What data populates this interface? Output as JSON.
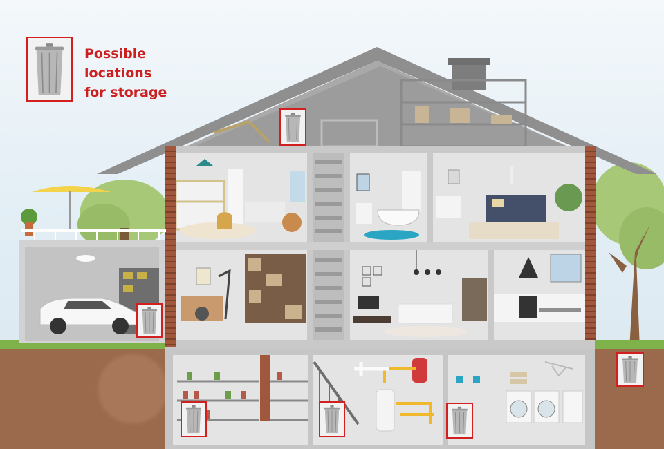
{
  "legend": {
    "label": "Possible\nlocations\nfor storage",
    "icon": "trash-can-icon",
    "highlight_color": "#d21f1f"
  },
  "storage_locations": [
    {
      "area": "attic",
      "icon": "trash-can-icon"
    },
    {
      "area": "garage",
      "icon": "trash-can-icon"
    },
    {
      "area": "basement-pantry",
      "icon": "trash-can-icon"
    },
    {
      "area": "basement-stairs",
      "icon": "trash-can-icon"
    },
    {
      "area": "basement-laundry",
      "icon": "trash-can-icon"
    },
    {
      "area": "outside-yard",
      "icon": "trash-can-icon"
    }
  ],
  "colors": {
    "sky": "#e3eef5",
    "roof": "#9a9a9a",
    "walls": "#e4e4e4",
    "soil": "#9b6a4c",
    "grass": "#7fb24a",
    "brick": "#a0573b"
  }
}
